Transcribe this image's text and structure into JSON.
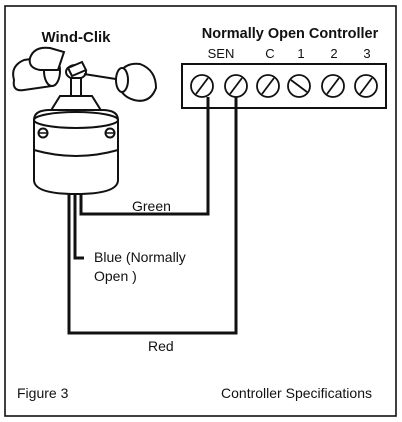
{
  "sensor": {
    "title": "Wind-Clik"
  },
  "controller": {
    "title": "Normally Open Controller",
    "terminals": [
      "SEN",
      "C",
      "1",
      "2",
      "3"
    ]
  },
  "wires": {
    "green": "Green",
    "blue_line1": "Blue (Normally",
    "blue_line2": "Open )",
    "red": "Red"
  },
  "footer": {
    "figure": "Figure 3",
    "caption": "Controller Specifications"
  }
}
